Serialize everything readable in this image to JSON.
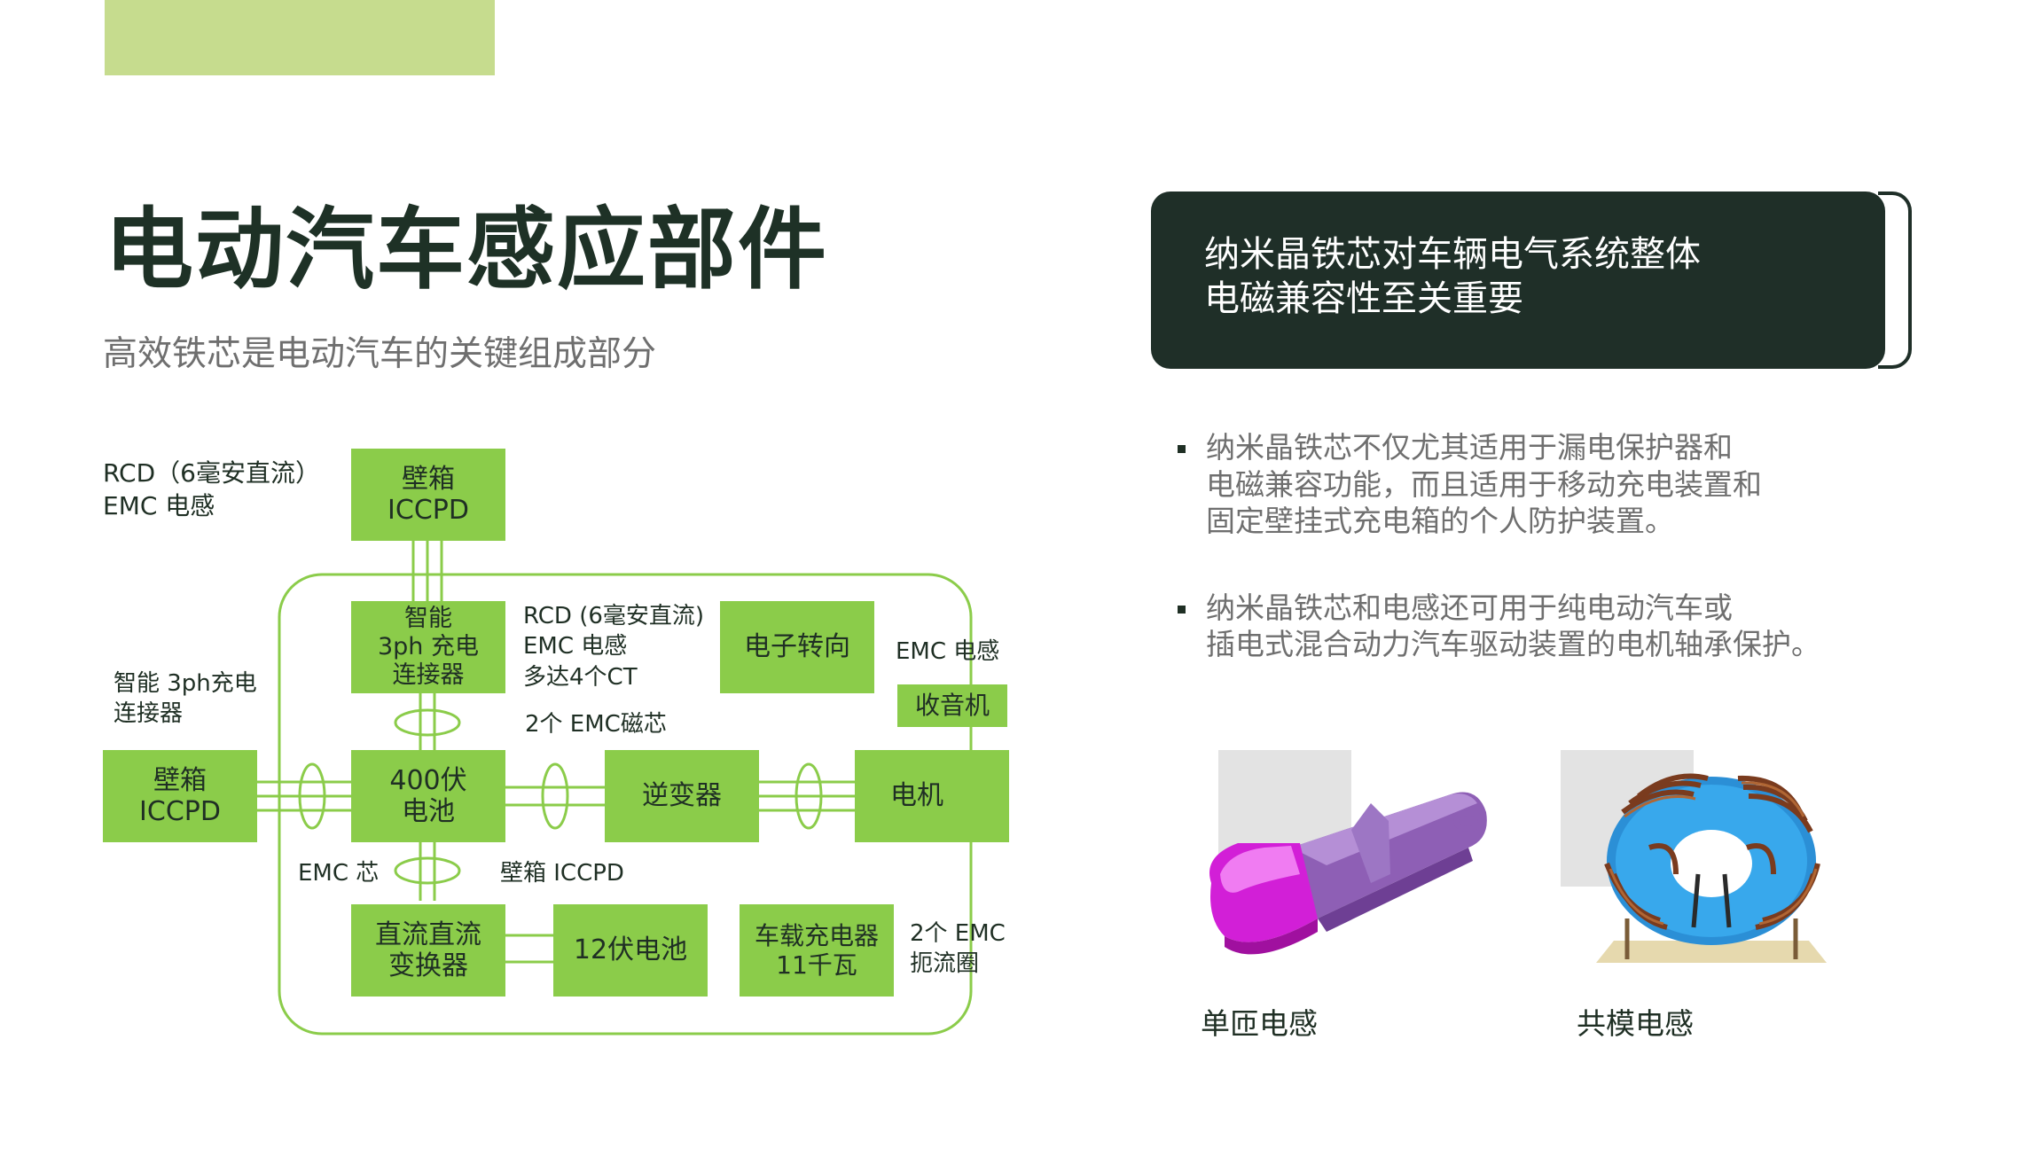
{
  "page": {
    "title": "电动汽车感应部件",
    "subtitle": "高效铁芯是电动汽车的关键组成部分"
  },
  "diagram": {
    "boxes": {
      "wallbox_top": "壁箱\nICCPD",
      "smart_connector": "智能\n3ph 充电\n连接器",
      "e_steering": "电子转向",
      "radio": "收音机",
      "wallbox_left": "壁箱\nICCPD",
      "battery_400v": "400伏\n电池",
      "inverter": "逆变器",
      "motor": "电机",
      "dcdc": "直流直流\n变换器",
      "battery_12v": "12伏电池",
      "onboard_charger": "车载充电器\n11千瓦"
    },
    "labels": {
      "rcd_top_left": "RCD（6毫安直流）\nEMC 电感",
      "smart_3ph_left": "智能 3ph充电\n连接器",
      "rcd_center": "RCD (6毫安直流)\nEMC 电感\n多达4个CT",
      "emc_inductor_right": "EMC 电感",
      "two_emc_cores": "2个 EMC磁芯",
      "emc_core": "EMC 芯",
      "wallbox_iccpd_label": "壁箱 ICCPD",
      "two_emc_chokes": "2个 EMC\n扼流圈"
    },
    "colors": {
      "box_fill": "#8bcc4a",
      "frame_stroke": "#8bcc4a"
    }
  },
  "callout": {
    "text": "纳米晶铁芯对车辆电气系统整体\n电磁兼容性至关重要"
  },
  "bullets": [
    "纳米晶铁芯不仅尤其适用于漏电保护器和\n电磁兼容功能，而且适用于移动充电装置和\n固定壁挂式充电箱的个人防护装置。",
    "纳米晶铁芯和电感还可用于纯电动汽车或\n插电式混合动力汽车驱动装置的电机轴承保护。"
  ],
  "products": [
    {
      "caption": "单匝电感",
      "icon": "single-turn-inductor-icon"
    },
    {
      "caption": "共模电感",
      "icon": "common-mode-choke-icon"
    }
  ],
  "colors": {
    "accent_bar": "#c6dc8e",
    "dark_panel": "#1f2f28",
    "title": "#1e3126",
    "muted_text": "#6f6f6f"
  }
}
